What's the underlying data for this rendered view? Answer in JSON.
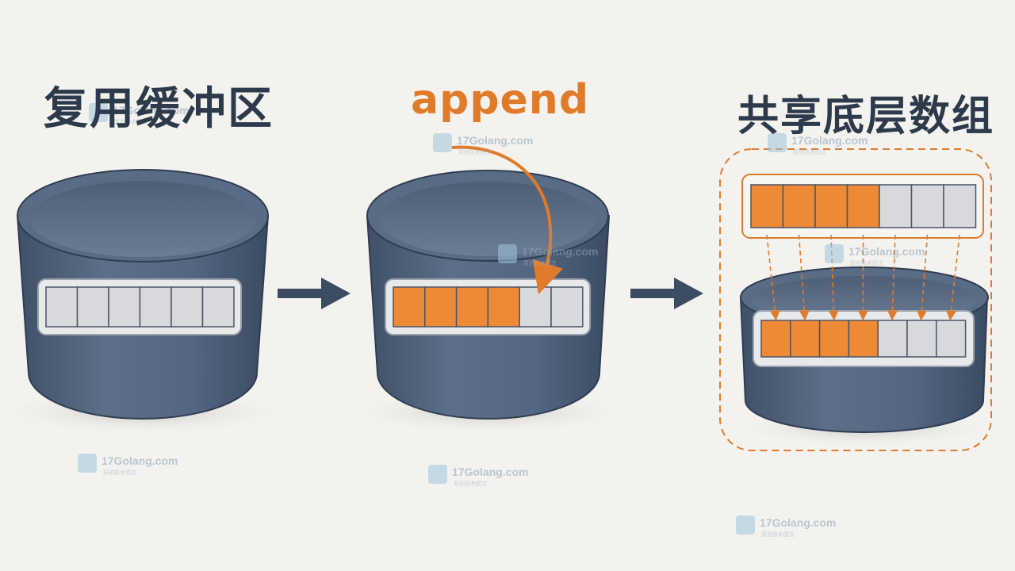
{
  "panels": [
    {
      "label": "复用缓冲区",
      "label_color": "#2c3a4c",
      "cells": [
        0,
        0,
        0,
        0,
        0,
        0
      ]
    },
    {
      "label": "append",
      "label_color": "#e07b2c",
      "cells": [
        1,
        1,
        1,
        1,
        0,
        0
      ]
    },
    {
      "label": "共享底层数组",
      "label_color": "#2c3a4c",
      "shared_array": [
        1,
        1,
        1,
        1,
        0,
        0,
        0
      ],
      "inner_array": [
        1,
        1,
        1,
        1,
        0,
        0,
        0
      ]
    }
  ],
  "colors": {
    "filled": "#ee8a36",
    "empty": "#d7d9dc",
    "accent": "#e07b2c",
    "bucket": "#55677f",
    "bucket_dark": "#3e4f66",
    "arrow": "#3c4c62"
  },
  "watermark": {
    "text": "17Golang.com",
    "subtext": "原创技术图文"
  },
  "icons": [
    "right-arrow-icon",
    "curved-arrow-icon",
    "watermark-logo-icon"
  ]
}
